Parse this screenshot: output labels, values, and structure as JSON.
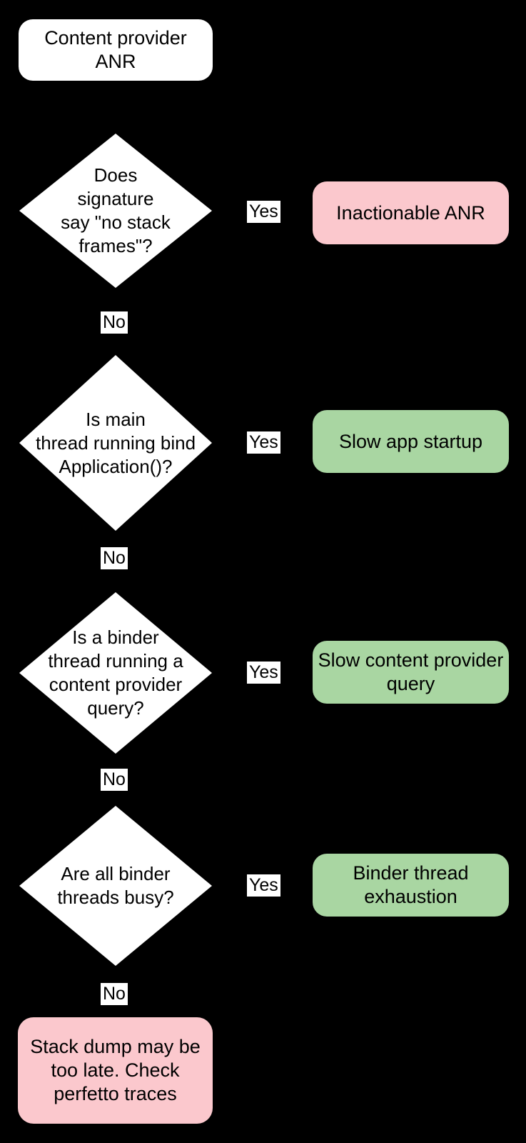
{
  "title": "Content provider ANR troubleshooting flowchart",
  "colors": {
    "bg": "#000000",
    "node-fill": "#ffffff",
    "bad-fill": "#fbc8cd",
    "good-fill": "#a9d6a2",
    "text-color": "#000000"
  },
  "flowchart": {
    "start": {
      "label": "Content provider\nANR"
    },
    "decisions": [
      {
        "question": "Does\nsignature\nsay \"no stack\nframes\"?",
        "yes": "Yes",
        "no": "No",
        "outcome": "Inactionable ANR",
        "outcome_type": "bad"
      },
      {
        "question": "Is main\nthread running bind\nApplication()?",
        "yes": "Yes",
        "no": "No",
        "outcome": "Slow app startup",
        "outcome_type": "good"
      },
      {
        "question": "Is a binder\nthread running a\ncontent provider\nquery?",
        "yes": "Yes",
        "no": "No",
        "outcome": "Slow content provider\nquery",
        "outcome_type": "good"
      },
      {
        "question": "Are all binder\nthreads busy?",
        "yes": "Yes",
        "no": "No",
        "outcome": "Binder thread\nexhaustion",
        "outcome_type": "good"
      }
    ],
    "fallback": {
      "label": "Stack dump may be\ntoo late. Check\nperfetto traces"
    }
  }
}
